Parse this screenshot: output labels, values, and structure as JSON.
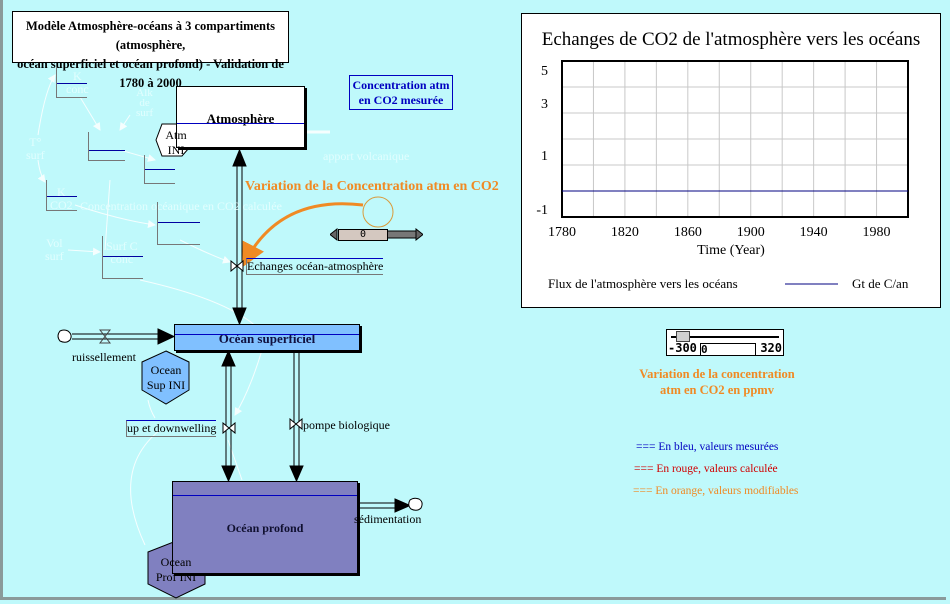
{
  "title": "Modèle Atmosphère-océans à 3 compartiments (atmosphère, océan superficiel et océan profond) - Validation de 1780 à 2000",
  "title_lines": [
    "Modèle Atmosphère-océans à 3 compartiments (atmosphère,",
    "océan superficiel et océan profond) - Validation de 1780 à 2000"
  ],
  "stocks": {
    "atmosphere": "Atmosphère",
    "ocean_sup": "Océan superficiel",
    "ocean_prof": "Océan profond"
  },
  "initials": {
    "atm": [
      "Atm",
      "INI"
    ],
    "ocean_sup": [
      "Ocean",
      "Sup INI"
    ],
    "ocean_prof": [
      "Ocean",
      "Prof INI"
    ]
  },
  "flows": {
    "echanges": "Echanges océan-atmosphère",
    "ruissellement": "ruissellement",
    "updown": "up et downwelling",
    "pompe": "pompe biologique",
    "sedimentation": "sédimentation",
    "volcanique": "apport volcanique"
  },
  "ghost_vars": {
    "conc_ocean": "Concentration océanique en CO2 calculée",
    "t_surf": [
      "T°",
      "surf"
    ],
    "k_conc": [
      "K",
      "conc"
    ],
    "alk": [
      "Alk",
      "de",
      "surf"
    ],
    "k_co2": [
      "K",
      "CO2"
    ],
    "vol_surf": [
      "Vol",
      "surf"
    ],
    "surf_c": [
      "Surf C",
      "conc"
    ]
  },
  "conc_mesuree": [
    "Concentration atm",
    "en CO2 mesurée"
  ],
  "variation_label": "Variation de la Concentration atm en CO2",
  "variation_slider": {
    "value": "0"
  },
  "slider2": {
    "min": "-300",
    "max": "320",
    "value": "0",
    "fraction": 0.05
  },
  "slider2_label": [
    "Variation de la concentration",
    "atm en CO2 en ppmv"
  ],
  "legend_notes": [
    {
      "text": "=== En bleu, valeurs mesurées",
      "color": "#0000c0"
    },
    {
      "text": "=== En rouge, valeurs calculée",
      "color": "#d00000"
    },
    {
      "text": "=== En orange, valeurs modifiables",
      "color": "#f08a24"
    }
  ],
  "chart_data": {
    "type": "line",
    "title": "Echanges de CO2 de l'atmosphère vers les océans",
    "xlabel": "Time (Year)",
    "ylabel": "",
    "xlim": [
      1780,
      2000
    ],
    "ylim": [
      -1,
      5
    ],
    "xticks": [
      1780,
      1820,
      1860,
      1900,
      1940,
      1980
    ],
    "yticks": [
      5,
      3,
      1,
      -1
    ],
    "xgrid_step": 20,
    "ygrid_step": 1,
    "grid": true,
    "series": [
      {
        "name": "Flux de  l'atmosphère vers les océans",
        "unit": "Gt de C/an",
        "color": "#000080",
        "x": [
          1780,
          2000
        ],
        "values": [
          0,
          0
        ]
      }
    ],
    "legend_position": "bottom"
  }
}
